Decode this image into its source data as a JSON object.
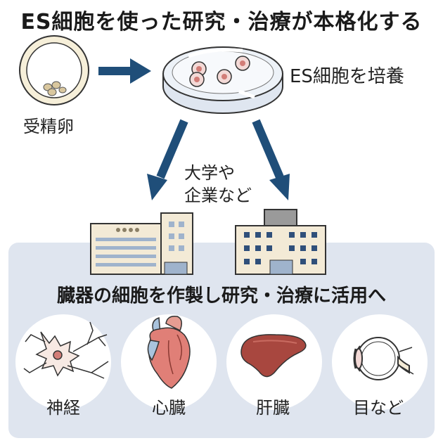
{
  "title": "ES細胞を使った研究・治療が本格化する",
  "egg_label": "受精卵",
  "dish_label": "ES細胞を培養",
  "institutions_label_line1": "大学や",
  "institutions_label_line2": "企業など",
  "panel_title": "臓器の細胞を作製し研究・治療に活用へ",
  "organs": [
    {
      "label": "神経",
      "icon": "neuron-icon"
    },
    {
      "label": "心臓",
      "icon": "heart-icon"
    },
    {
      "label": "肝臓",
      "icon": "liver-icon"
    },
    {
      "label": "目など",
      "icon": "eye-icon"
    }
  ],
  "colors": {
    "arrow": "#1f4e79",
    "panel": "#dfe5ef",
    "building_cream": "#f3ead6",
    "building_gray": "#c9cdd3",
    "heart": "#e07f77",
    "liver": "#a8473f"
  }
}
